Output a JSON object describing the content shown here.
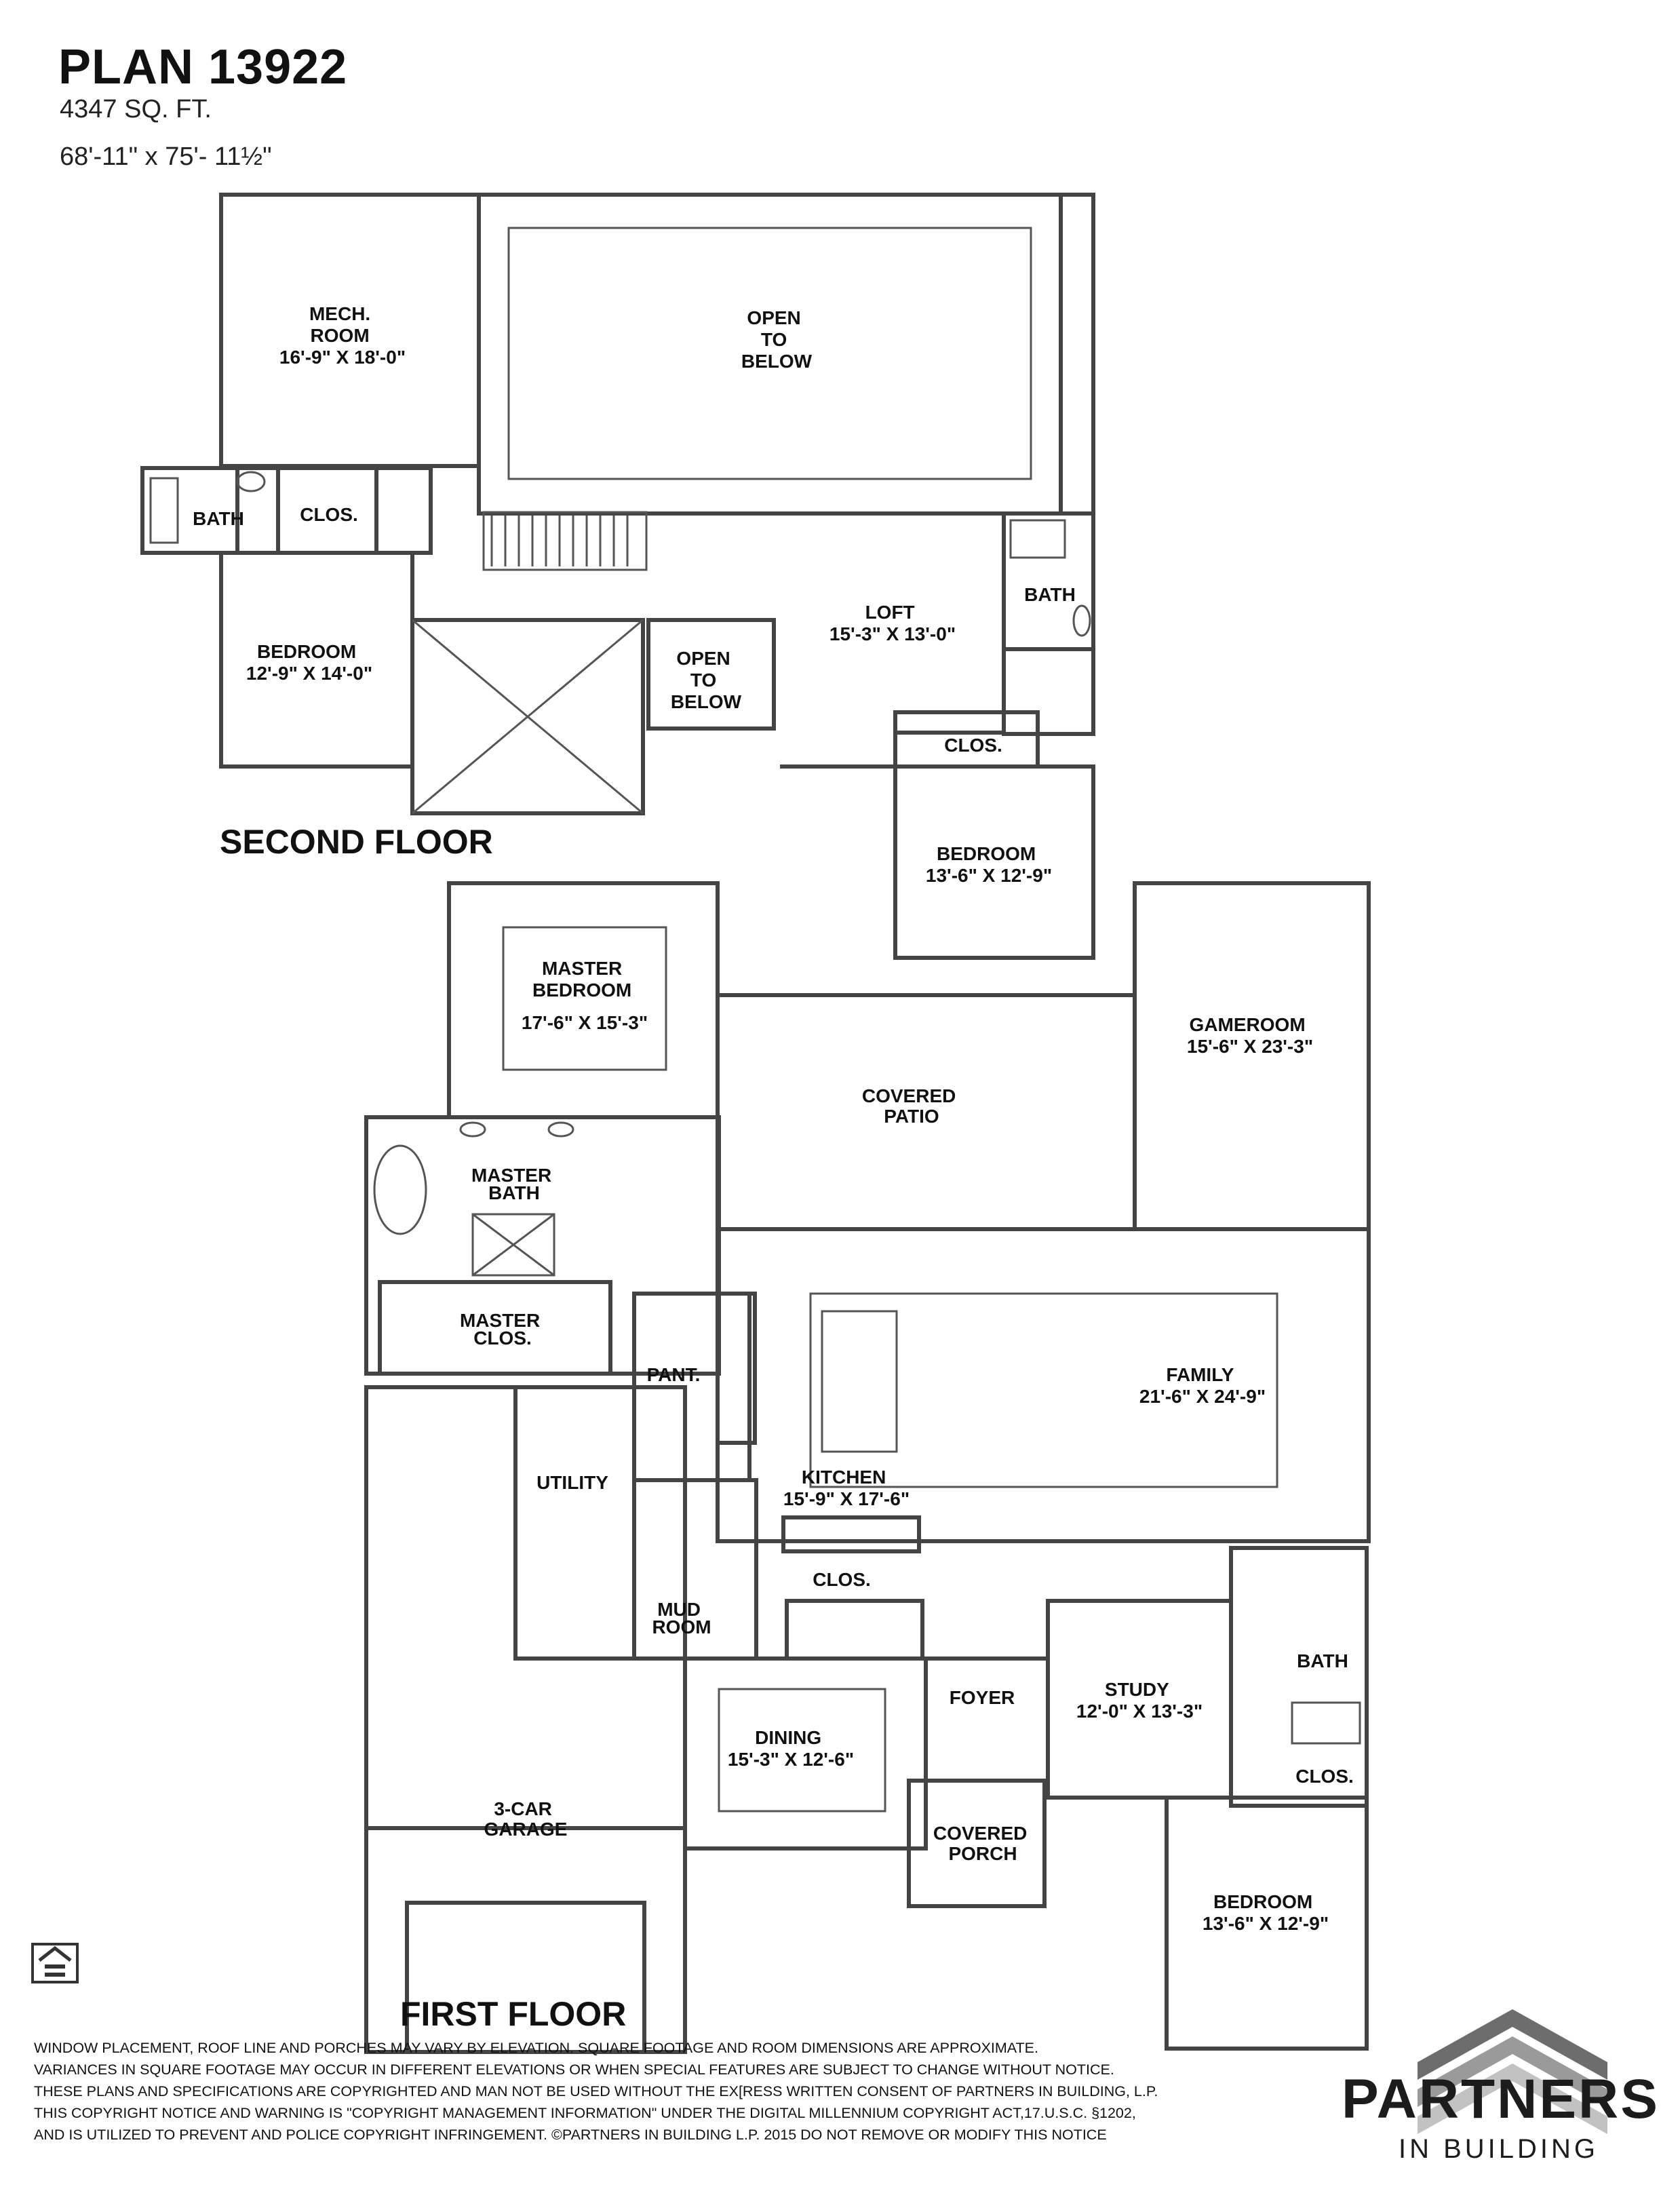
{
  "header": {
    "title": "PLAN 13922",
    "sqft": "4347 SQ. FT.",
    "dimensions": "68'-11\" x 75'- 11½\""
  },
  "floors": {
    "second": "SECOND FLOOR",
    "first": "FIRST FLOOR"
  },
  "second_floor_rooms": {
    "mech": [
      "MECH.",
      "ROOM",
      "16'-9\" X 18'-0\""
    ],
    "open1": [
      "OPEN",
      "TO",
      "BELOW"
    ],
    "bath_left": "BATH",
    "clos_left": "CLOS.",
    "bedroom_left": [
      "BEDROOM",
      "12'-9\" X 14'-0\""
    ],
    "open2": [
      "OPEN",
      "TO",
      "BELOW"
    ],
    "loft": [
      "LOFT",
      "15'-3\" X 13'-0\""
    ],
    "bath_right": "BATH",
    "clos_right": "CLOS.",
    "bedroom_right": [
      "BEDROOM",
      "13'-6\" X 12'-9\""
    ]
  },
  "first_floor_rooms": {
    "master_bedroom": [
      "MASTER",
      "BEDROOM",
      "17'-6\" X 15'-3\""
    ],
    "covered_patio": [
      "COVERED",
      "PATIO"
    ],
    "gameroom": [
      "GAMEROOM",
      "15'-6\" X 23'-3\""
    ],
    "master_bath": [
      "MASTER",
      "BATH"
    ],
    "master_clos": [
      "MASTER",
      "CLOS."
    ],
    "pant": "PANT.",
    "family": [
      "FAMILY",
      "21'-6\" X 24'-9\""
    ],
    "utility": "UTILITY",
    "kitchen": [
      "KITCHEN",
      "15'-9\" X 17'-6\""
    ],
    "clos_hall": "CLOS.",
    "mud_room": [
      "MUD",
      "ROOM"
    ],
    "foyer": "FOYER",
    "study": [
      "STUDY",
      "12'-0\" X 13'-3\""
    ],
    "bath": "BATH",
    "clos": "CLOS.",
    "dining": [
      "DINING",
      "15'-3\" X 12'-6\""
    ],
    "garage": [
      "3-CAR",
      "GARAGE"
    ],
    "covered_porch": [
      "COVERED",
      "PORCH"
    ],
    "bedroom": [
      "BEDROOM",
      "13'-6\" X 12'-9\""
    ]
  },
  "disclaimer": [
    "WINDOW PLACEMENT, ROOF LINE AND PORCHES MAY VARY BY ELEVATION.  SQUARE FOOTAGE AND ROOM DIMENSIONS ARE APPROXIMATE.",
    "VARIANCES IN SQUARE FOOTAGE MAY OCCUR IN DIFFERENT ELEVATIONS OR  WHEN SPECIAL FEATURES ARE SUBJECT TO CHANGE WITHOUT NOTICE.",
    "THESE PLANS AND SPECIFICATIONS ARE COPYRIGHTED AND MAN NOT BE USED WITHOUT THE EX[RESS WRITTEN CONSENT OF PARTNERS IN BUILDING, L.P.",
    "THIS COPYRIGHT NOTICE AND WARNING IS \"COPYRIGHT MANAGEMENT INFORMATION\" UNDER THE DIGITAL MILLENNIUM COPYRIGHT ACT,17.U.S.C.       §1202,",
    "AND IS UTILIZED TO PREVENT AND POLICE COPYRIGHT INFRINGEMENT. ©PARTNERS IN BUILDING L.P.      2015   DO NOT REMOVE OR MODIFY THIS NOTICE"
  ],
  "brand": {
    "name": "PARTNERS",
    "tagline": "IN BUILDING",
    "logo_color": "#8a8a8a"
  },
  "icons": {
    "equal_housing": "equal-housing-icon"
  }
}
